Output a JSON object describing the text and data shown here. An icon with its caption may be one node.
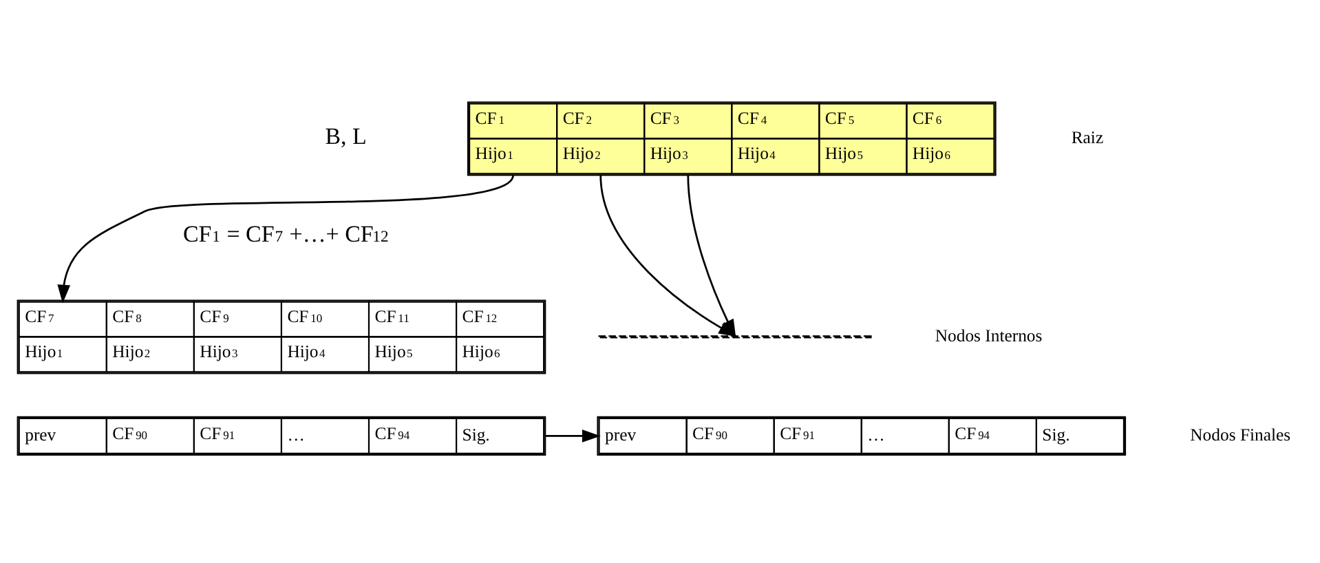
{
  "diagram": {
    "nodes": [
      {
        "text": [
          "CF$_{1}$",
          "CF$_{2}$",
          "CF$_{3}$",
          "CF$_{4}$",
          "CF$_{5}$",
          "CF$_{6}$",
          "Hijo$_{1}$",
          "Hijo$_{2}$",
          "Hijo$_{3}$",
          "Hijo$_{4}$",
          "Hijo$_{5}$",
          "Hijo$_{6}$"
        ]
      },
      {
        "text": [
          "CF$_{7}$",
          "CF$_{8}$",
          "CF$_{9}$",
          "CF$_{10}$",
          "CF$_{11}$",
          "CF$_{12}$",
          "Hijo$_{1}$",
          "Hijo$_{2}$",
          "Hijo$_{3}$",
          "Hijo$_{4}$",
          "Hijo$_{5}$",
          "Hijo$_{6}$"
        ]
      },
      {
        "text": [
          "prev",
          "CF$_{90}$",
          "CF$_{91}$",
          "…",
          "CF$_{94}$",
          "Sig."
        ]
      },
      {
        "text": [
          "prev",
          "CF$_{90}$",
          "CF$_{91}$",
          "…",
          "CF$_{94}$",
          "Sig."
        ]
      },
      {
        "text": [],
        "shape": "line"
      }
    ],
    "edges": [
      {
        "from": 0,
        "to": 1,
        "arrow": "to"
      },
      {
        "from": 0,
        "to": 4,
        "arrow": "to"
      },
      {
        "from": 0,
        "to": 4,
        "arrow": "to"
      },
      {
        "from": 2,
        "to": 3,
        "arrow": "to"
      }
    ],
    "labels": [
      "B, L",
      "Raiz",
      "CF$_{1}$ = CF$_{7}$ +…+ CF$_{12}$",
      "Nodos Internos",
      "Nodos Finales"
    ]
  }
}
